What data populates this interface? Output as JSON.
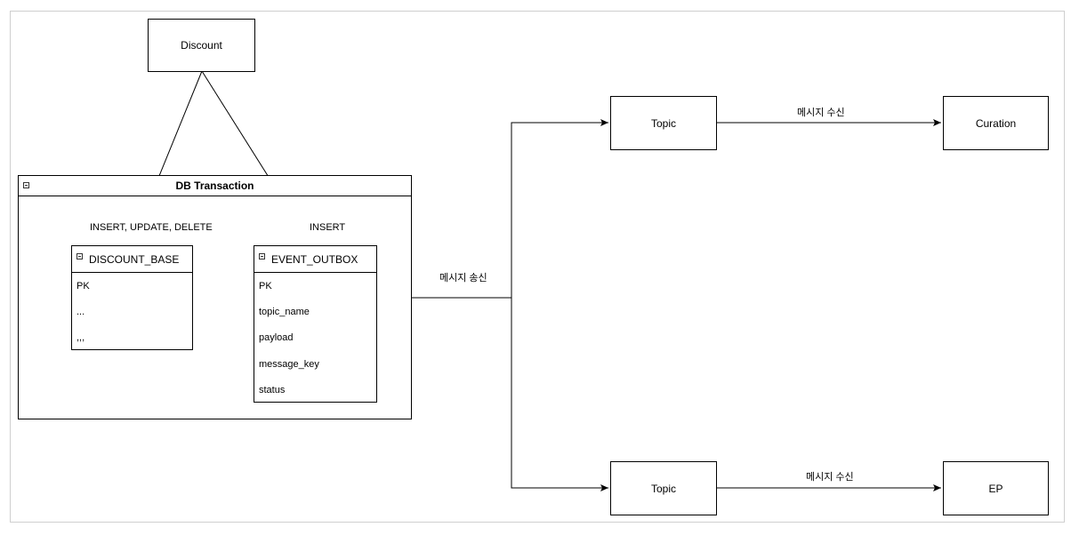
{
  "discount": "Discount",
  "transaction": {
    "title": "DB Transaction",
    "tables": [
      {
        "name": "DISCOUNT_BASE",
        "fields": [
          "PK",
          "...",
          ",,,"
        ]
      },
      {
        "name": "EVENT_OUTBOX",
        "fields": [
          "PK",
          "topic_name",
          "payload",
          "message_key",
          "status"
        ]
      }
    ]
  },
  "edge_labels": {
    "insert_update_delete": "INSERT, UPDATE, DELETE",
    "insert": "INSERT",
    "send": "메시지 송신",
    "receive_top": "메시지 수신",
    "receive_bottom": "메시지 수신"
  },
  "topics": [
    "Topic",
    "Topic"
  ],
  "consumers": [
    "Curation",
    "EP"
  ]
}
